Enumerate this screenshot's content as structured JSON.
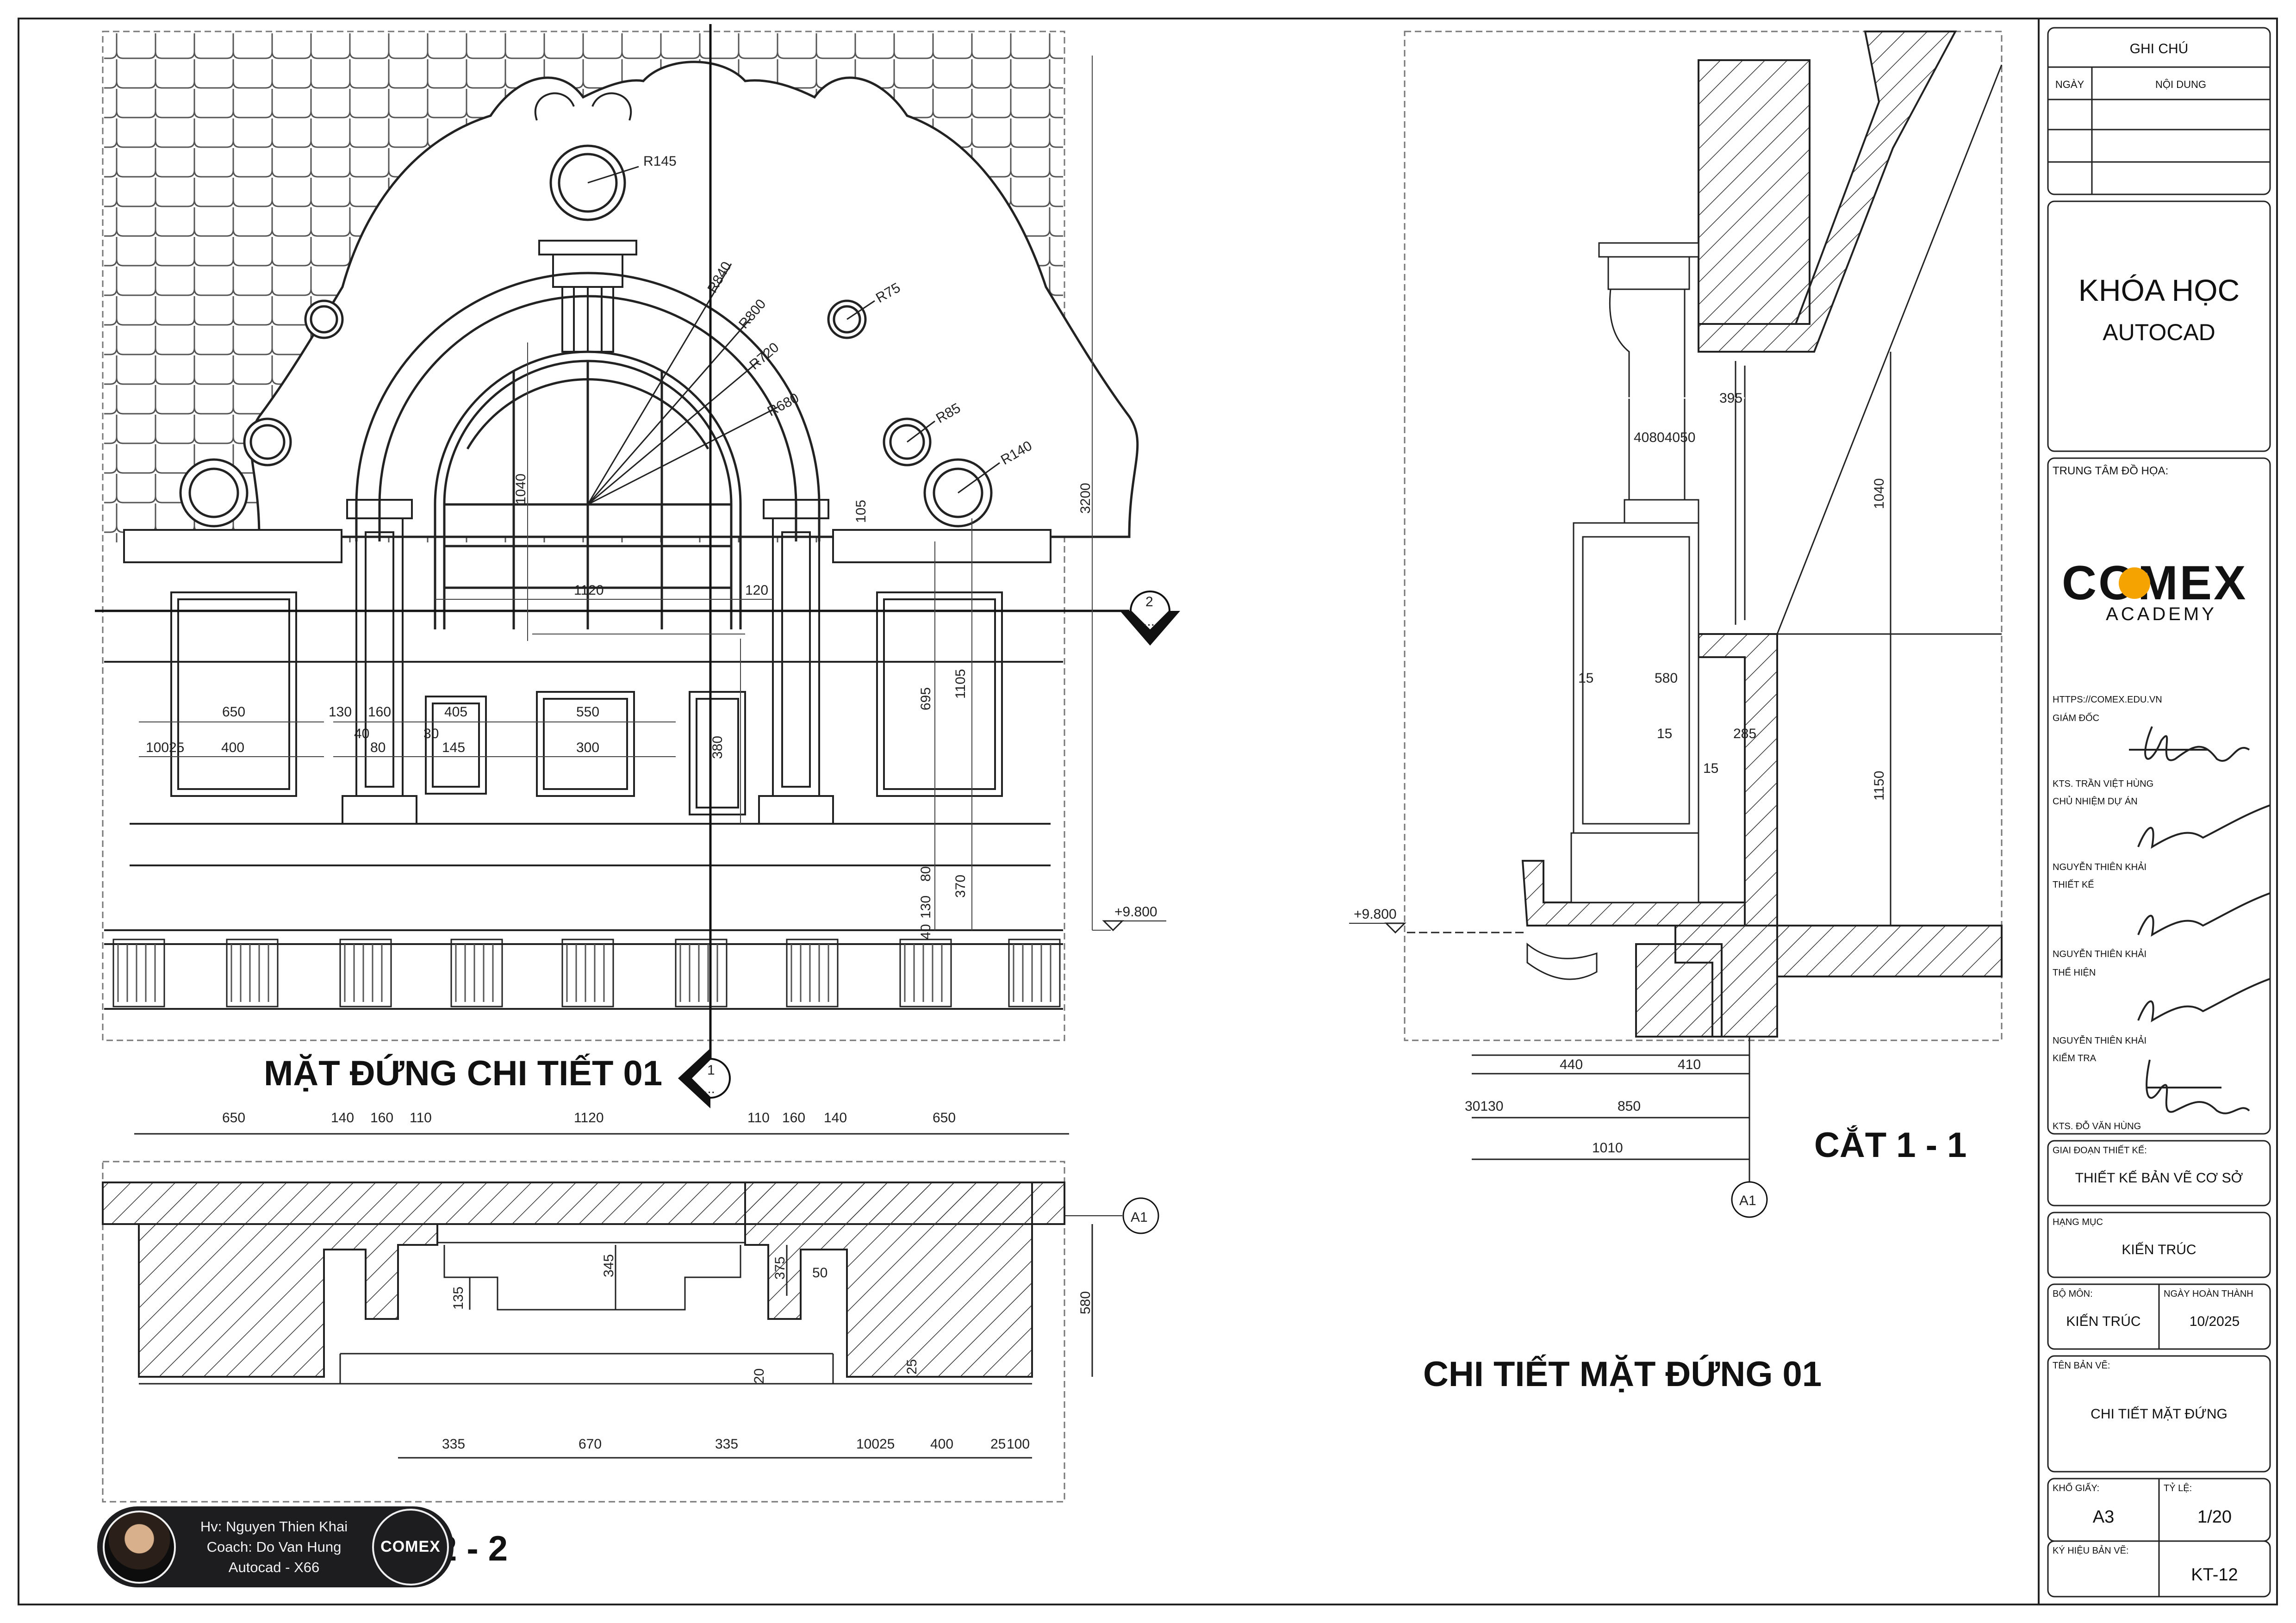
{
  "elevation": {
    "title": "MẶT ĐỨNG CHI TIẾT 01",
    "radii": [
      "R145",
      "R840",
      "R800",
      "R720",
      "R680",
      "R75",
      "R85",
      "R140"
    ],
    "dims": {
      "w650": "650",
      "w130": "130",
      "w160": "160",
      "w405": "405",
      "w550": "550",
      "w400": "400",
      "w100": "100",
      "w25": "25",
      "w145": "145",
      "w300": "300",
      "w40": "40",
      "w80": "80",
      "w30": "30",
      "w1120": "1120",
      "w120": "120",
      "h3200": "3200",
      "h1040": "1040",
      "h105": "105",
      "h1105": "1105",
      "h695": "695",
      "h380": "380",
      "h370": "370",
      "h80": "80",
      "h130": "130",
      "h40": "40"
    },
    "level": "+9.800",
    "section_marker_2": "2",
    "section_marker_1": "1",
    "marker_dots": "..."
  },
  "plan": {
    "title_fragment": "2 - 2",
    "top_dims": [
      "650",
      "140",
      "160",
      "110",
      "1120",
      "110",
      "160",
      "140",
      "650"
    ],
    "bottom_dims": [
      "335",
      "670",
      "335",
      "100",
      "25",
      "400",
      "25",
      "100"
    ],
    "inner_dims": {
      "d135": "135",
      "d345": "345",
      "d375": "375",
      "d50": "50",
      "d20": "20",
      "d25": "25",
      "d580": "580"
    },
    "axis": "A1"
  },
  "section": {
    "title": "CẮT 1 - 1",
    "dims": {
      "d395": "395",
      "d4080": "40804050",
      "d1040": "1040",
      "d580": "580",
      "d15": "15",
      "d285": "285",
      "d1150": "1150",
      "d440": "440",
      "d410": "410",
      "d850": "850",
      "d30130": "30130",
      "d1010": "1010"
    },
    "level": "+9.800",
    "axis": "A1"
  },
  "sheet_title": "CHI TIẾT MẶT ĐỨNG 01",
  "titleblock": {
    "ghi_chu": "GHI CHÚ",
    "ngay": "NGÀY",
    "noi_dung": "NỘI DUNG",
    "course_line1": "KHÓA HỌC",
    "course_line2": "AUTOCAD",
    "center_label": "TRUNG TÂM ĐỒ HỌA:",
    "logo_main": "COMEX",
    "logo_sub": "ACADEMY",
    "url": "HTTPS://COMEX.EDU.VN",
    "giam_doc": "GIÁM ĐỐC",
    "giam_doc_name": "KTS. TRẦN VIỆT HÙNG",
    "chu_nhiem": "CHỦ NHIỆM DỰ ÁN",
    "chu_nhiem_name": "NGUYỄN THIÊN KHẢI",
    "thiet_ke": "THIẾT KẾ",
    "thiet_ke_name": "NGUYỄN THIÊN KHẢI",
    "the_hien": "THỂ HIỆN",
    "the_hien_name": "NGUYỄN THIÊN KHẢI",
    "kiem_tra": "KIỂM TRA",
    "kiem_tra_name": "KTS. ĐỖ VĂN HÙNG",
    "giai_doan_label": "GIAI ĐOẠN THIẾT KẾ:",
    "giai_doan": "THIẾT KẾ BẢN VẼ CƠ SỞ",
    "hang_muc_label": "HẠNG MỤC",
    "hang_muc": "KIẾN TRÚC",
    "bo_mon_label": "BỘ MÔN:",
    "bo_mon": "KIẾN TRÚC",
    "ngay_ht_label": "NGÀY HOÀN THÀNH",
    "ngay_ht": "10/2025",
    "ten_ban_ve_label": "TÊN BẢN VẼ:",
    "ten_ban_ve": "CHI TIẾT MẶT ĐỨNG",
    "kho_giay_label": "KHỔ GIẤY:",
    "kho_giay": "A3",
    "ty_le_label": "TỶ LỆ:",
    "ty_le": "1/20",
    "ky_hieu_label": "KÝ HIỆU BẢN VẼ:",
    "ky_hieu": "KT-12"
  },
  "footer": {
    "line1": "Hv: Nguyen Thien Khai",
    "line2": "Coach: Do Van Hung",
    "line3": "Autocad - X66",
    "logo": "COMEX"
  },
  "colors": {
    "accent": "#f5a300",
    "ink": "#111111",
    "badge": "#1d1d1f"
  }
}
